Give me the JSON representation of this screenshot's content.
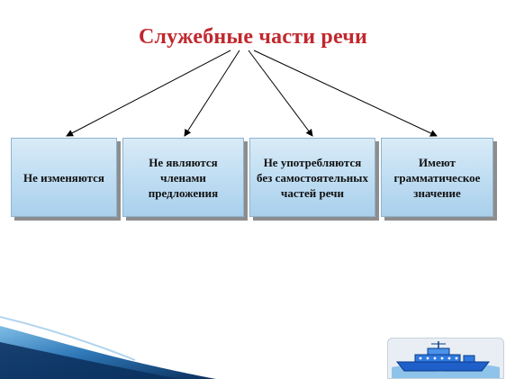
{
  "title": "Служебные части речи",
  "boxes": [
    {
      "text": "Не изменяются"
    },
    {
      "text": "Не являются\nчленами\nпредложения"
    },
    {
      "text": "Не употребляются\nбез самостоятельных\nчастей речи"
    },
    {
      "text": "Имеют\nграмматическое\nзначение"
    }
  ],
  "colors": {
    "title": "#c1272d",
    "box_fill_top": "#d9ebf7",
    "box_fill_bottom": "#a9d0ec",
    "box_border": "#8fb4cf",
    "shadow": "#8d8d8d",
    "wave_dark": "#0b2f5c",
    "wave_light": "#5aa6d6",
    "ship": "#1f5fc9"
  },
  "decorations": {
    "corner_wave": "blue-wave-swoosh",
    "corner_image": "ship-icon"
  }
}
